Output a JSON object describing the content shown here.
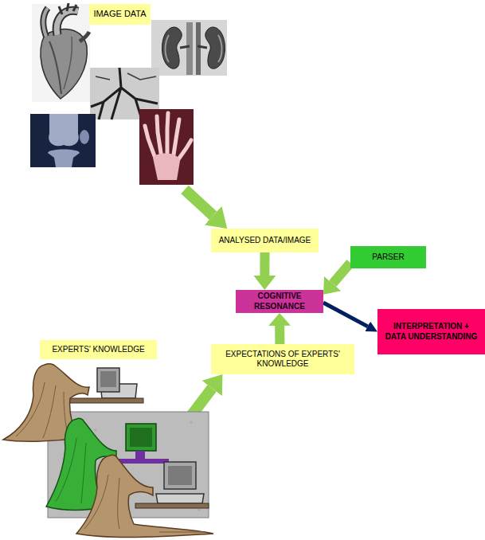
{
  "diagram": {
    "nodes": [
      {
        "text": [
          "IMAGE DATA"
        ]
      },
      {
        "text": [
          "ANALYSED DATA/IMAGE"
        ]
      },
      {
        "text": [
          "PARSER"
        ]
      },
      {
        "text": [
          "COGNITIVE RESONANCE"
        ]
      },
      {
        "text": [
          "INTERPRETATION + DATA UNDERSTANDING"
        ]
      },
      {
        "text": [
          "EXPERTS' KNOWLEDGE"
        ]
      },
      {
        "text": [
          "EXPECTATIONS OF EXPERTS' KNOWLEDGE"
        ]
      }
    ],
    "edges": [
      {
        "from": 0,
        "to": 1,
        "arrow": "to"
      },
      {
        "from": 1,
        "to": 3,
        "arrow": "to"
      },
      {
        "from": 2,
        "to": 3,
        "arrow": "to"
      },
      {
        "from": 6,
        "to": 3,
        "arrow": "to"
      },
      {
        "from": 5,
        "to": 6,
        "arrow": "to"
      },
      {
        "from": 3,
        "to": 4,
        "arrow": "to"
      }
    ]
  }
}
